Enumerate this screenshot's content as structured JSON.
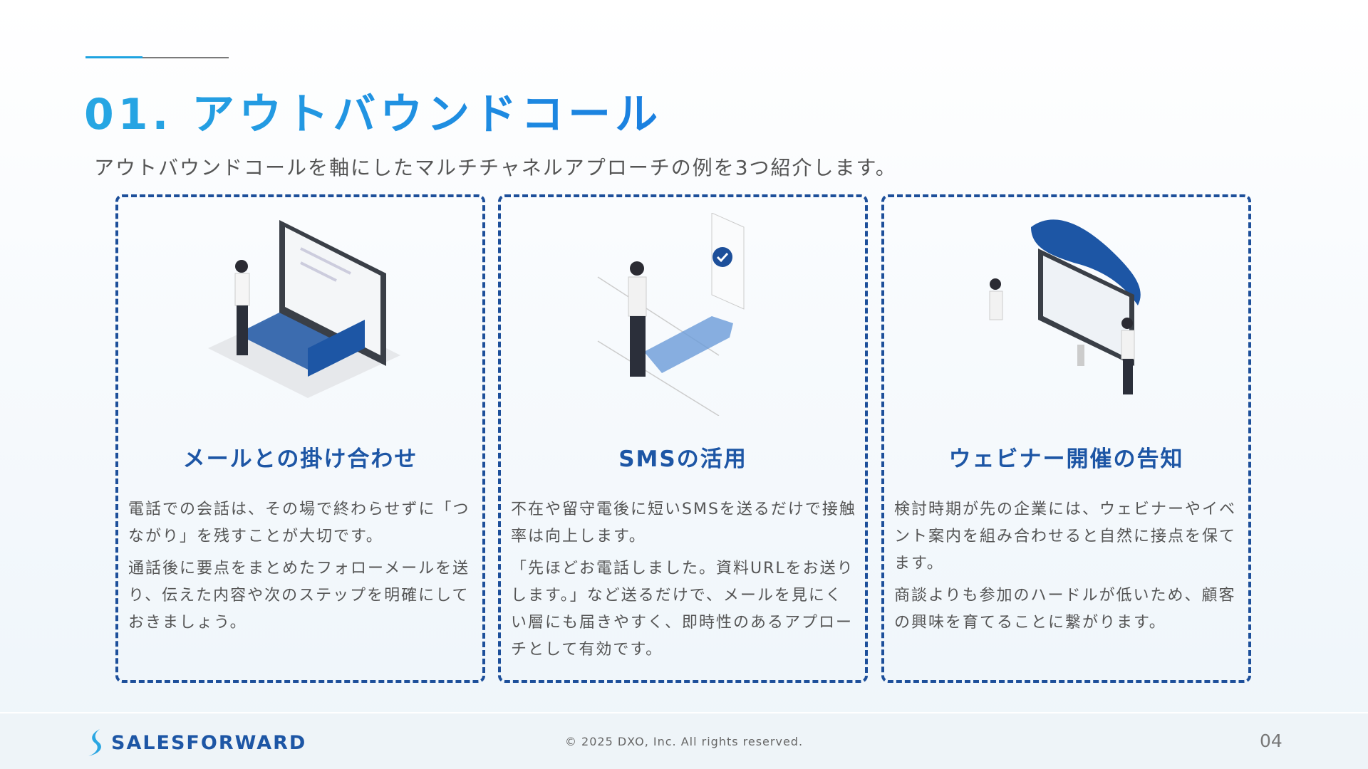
{
  "title": "01. アウトバウンドコール",
  "subtitle": "アウトバウンドコールを軸にしたマルチチャネルアプローチの例を3つ紹介します。",
  "cards": [
    {
      "heading": "メールとの掛け合わせ",
      "illustration": "person-with-laptop-email",
      "paragraphs": [
        "電話での会話は、その場で終わらせずに「つながり」を残すことが大切です。",
        "通話後に要点をまとめたフォローメールを送り、伝えた内容や次のステップを明確にしておきましょう。"
      ]
    },
    {
      "heading": "SMSの活用",
      "illustration": "person-with-phone-message",
      "paragraphs": [
        "不在や留守電後に短いSMSを送るだけで接触率は向上します。",
        "「先ほどお電話しました。資料URLをお送りします。」など送るだけで、メールを見にくい層にも届きやすく、即時性のあるアプローチとして有効です。"
      ]
    },
    {
      "heading": "ウェビナー開催の告知",
      "illustration": "webinar-launch-monitor",
      "paragraphs": [
        "検討時期が先の企業には、ウェビナーやイベント案内を組み合わせると自然に接点を保てます。",
        "商談よりも参加のハードルが低いため、顧客の興味を育てることに繋がります。"
      ]
    }
  ],
  "footer": {
    "logo": "SALESFORWARD",
    "copyright": "© 2025 DXO, Inc. All rights reserved.",
    "page": "04"
  },
  "colors": {
    "accent": "#1ea3e0",
    "heading": "#1d56a5",
    "border": "#1d4f9a"
  }
}
